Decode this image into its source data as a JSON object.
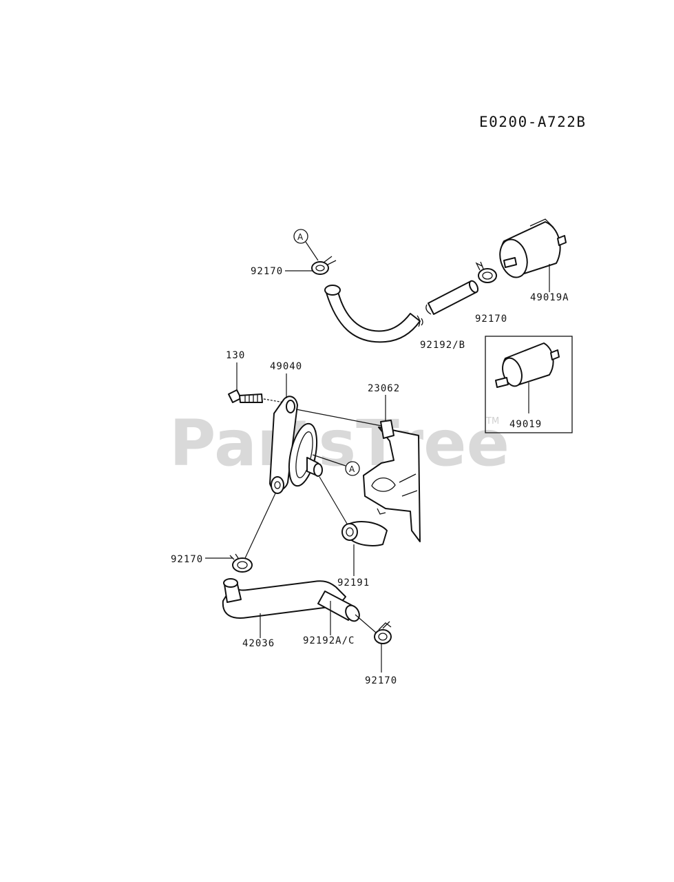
{
  "diagram": {
    "code": "E0200-A722B",
    "watermark": "PartsTree",
    "trademark": "TM",
    "callouts": {
      "a_top": "A",
      "a_mid": "A"
    },
    "labels": {
      "clamp_top_left": "92170",
      "filter_a": "49019A",
      "clamp_right": "92170",
      "hose_top": "92192/B",
      "bolt": "130",
      "pump_bracket": "49040",
      "bracket": "23062",
      "filter_inset": "49019",
      "clamp_left": "92170",
      "hose_short": "92191",
      "hose_pipe": "42036",
      "hose_bottom": "92192A/C",
      "clamp_bottom": "92170"
    }
  }
}
